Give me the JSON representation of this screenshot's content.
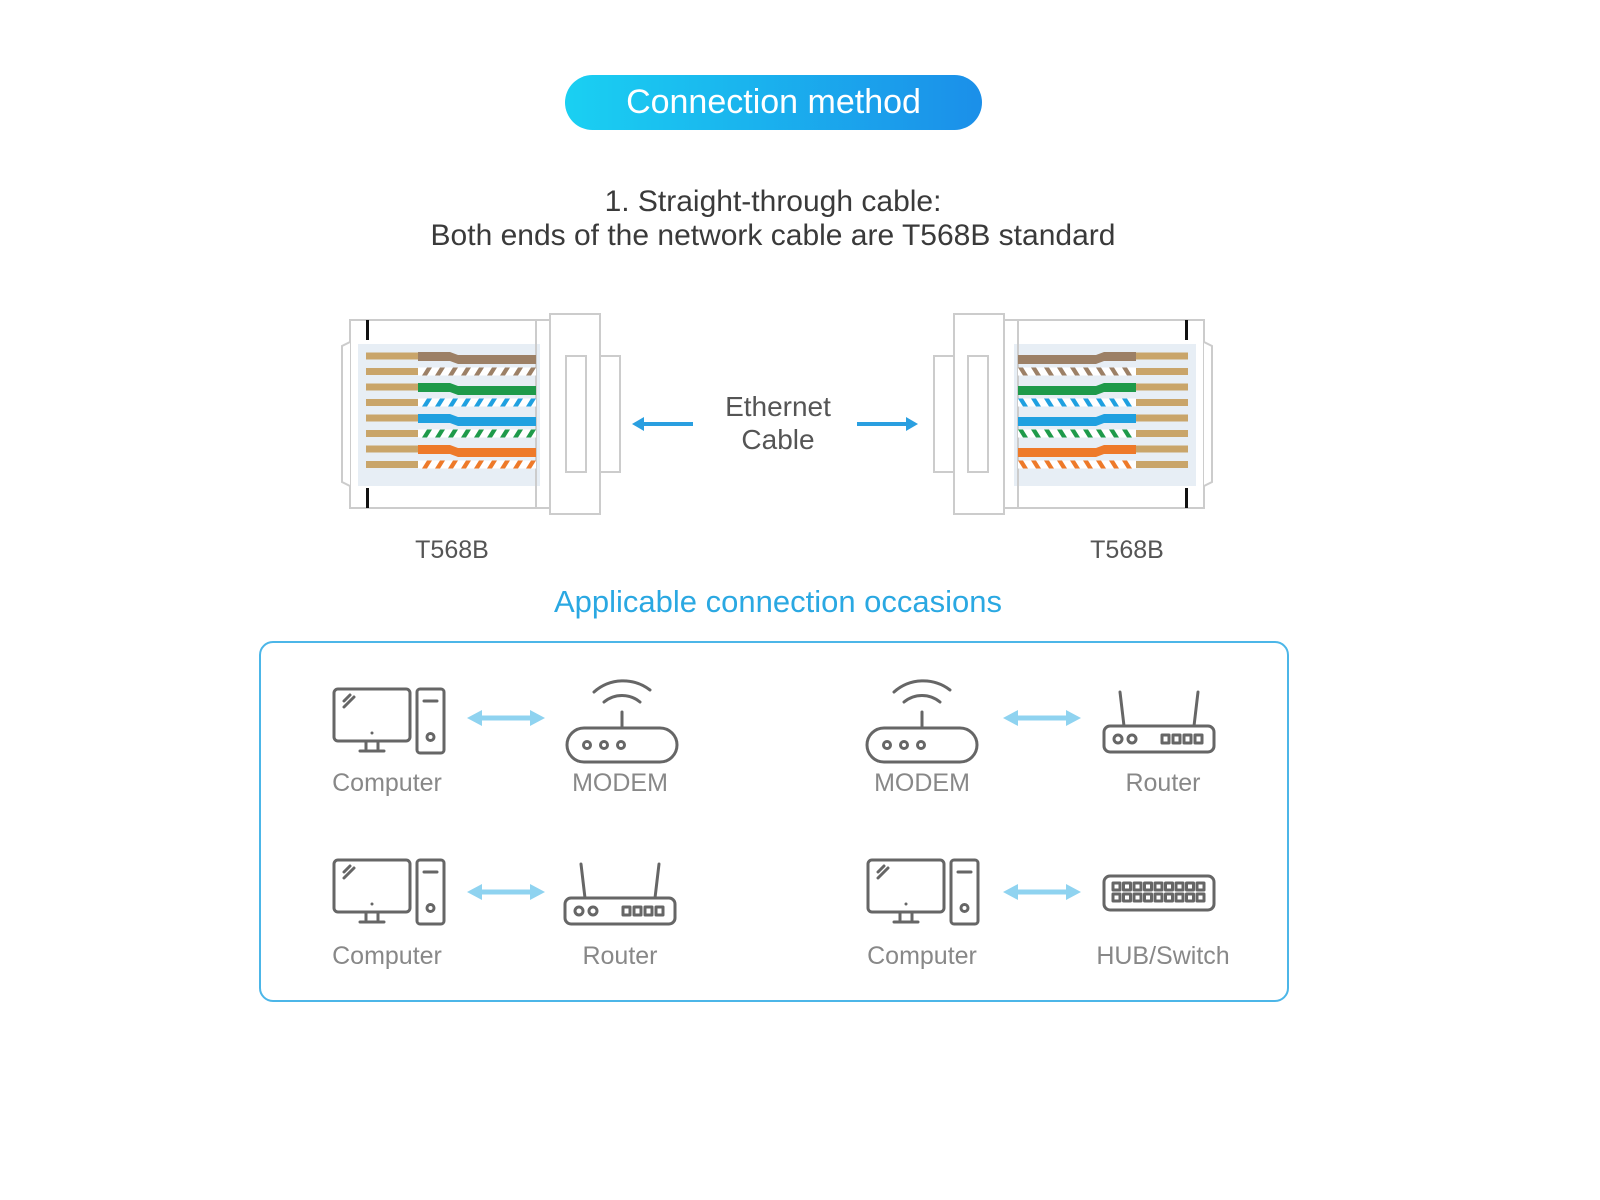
{
  "header": {
    "title": "Connection method"
  },
  "description": {
    "line1": "1. Straight-through cable:",
    "line2": "Both ends of the network cable are T568B standard"
  },
  "diagram": {
    "cable_label_line1": "Ethernet",
    "cable_label_line2": "Cable",
    "left_standard": "T568B",
    "right_standard": "T568B",
    "wire_order": [
      "white-orange",
      "orange",
      "white-green",
      "blue",
      "white-blue",
      "green",
      "white-brown",
      "brown"
    ],
    "colors": {
      "orange": "#ee7a2a",
      "green": "#1e9a4a",
      "blue": "#1fa0e0",
      "brown": "#9c8066",
      "gold": "#c9a56a",
      "accent": "#2aa8e2"
    }
  },
  "occasions": {
    "title": "Applicable connection occasions",
    "pairs": [
      {
        "left": "Computer",
        "right": "MODEM"
      },
      {
        "left": "MODEM",
        "right": "Router"
      },
      {
        "left": "Computer",
        "right": "Router"
      },
      {
        "left": "Computer",
        "right": "HUB/Switch"
      }
    ]
  }
}
